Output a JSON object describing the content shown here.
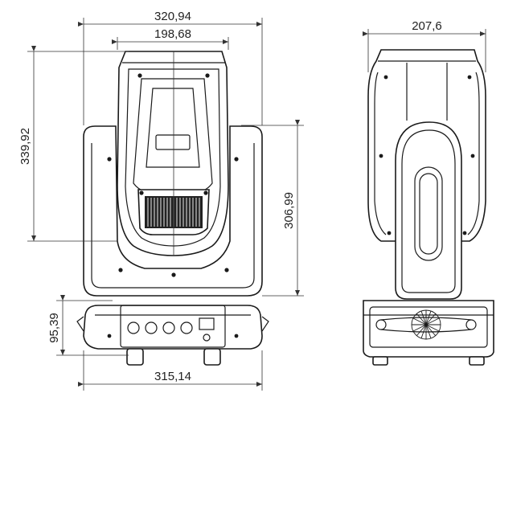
{
  "drawing": {
    "dimensions": {
      "front_total_width": "320,94",
      "front_head_width": "198,68",
      "front_total_height": "339,92",
      "front_yoke_height": "306,99",
      "base_height": "95,39",
      "base_width": "315,14",
      "side_width": "207,6"
    }
  }
}
